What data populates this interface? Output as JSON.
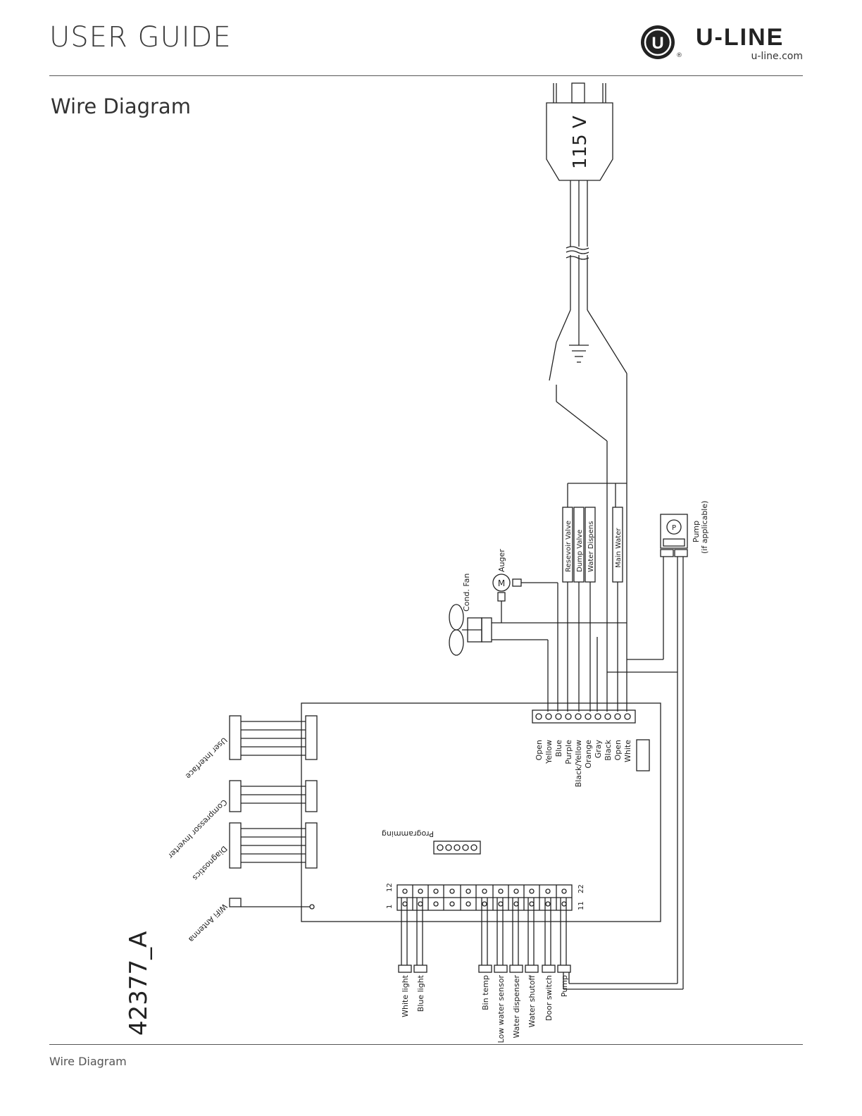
{
  "header": {
    "title": "USER GUIDE"
  },
  "brand": {
    "name": "U-LINE",
    "url": "u-line.com",
    "registered": "®",
    "logo_letter": "U"
  },
  "section": {
    "title": "Wire Diagram"
  },
  "footer": {
    "label": "Wire Diagram"
  },
  "diagram": {
    "part_number": "42377_A",
    "plug_voltage": "115 V",
    "components": {
      "cond_fan": "Cond. Fan",
      "auger": "Auger",
      "motor_symbol": "M",
      "pump": "Pump",
      "pump_note": "(if applicable)",
      "pump_symbol": "P",
      "programming": "Programming"
    },
    "valves": [
      "Resevoir Valve",
      "Dump Valve",
      "Water Dispens",
      "Main Water"
    ],
    "board_wires": [
      "Open",
      "Yellow",
      "Blue",
      "Purple",
      "Black/Yellow",
      "Orange",
      "Gray",
      "Black",
      "Open",
      "White"
    ],
    "left_connectors": [
      "User Interface",
      "Compressor Inverter",
      "Diagnostics",
      "WiFi Antenna"
    ],
    "pin_labels": {
      "p1": "1",
      "p12": "12",
      "p11": "11",
      "p22": "22"
    },
    "bottom_connectors": [
      "White light",
      "Blue light",
      "Bin temp",
      "Low water sensor",
      "Water dispenser",
      "Water shutoff",
      "Door switch",
      "Pump"
    ]
  }
}
